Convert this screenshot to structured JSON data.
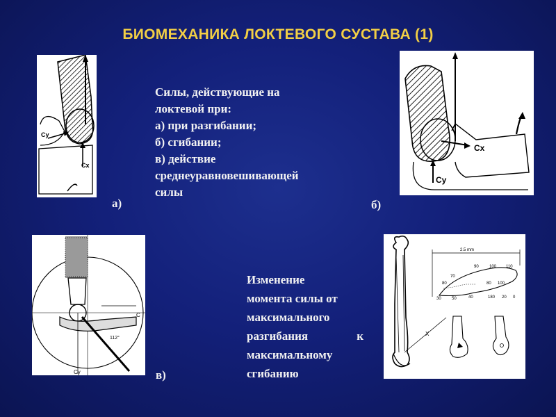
{
  "title": "БИОМЕХАНИКА ЛОКТЕВОГО СУСТАВА (1)",
  "intro_lines": [
    "Силы, действующие на",
    "локтевой при:",
    "а) при разгибании;",
    "б) сгибании;",
    "в) действие",
    "среднеуравновешивающей",
    "силы"
  ],
  "figure_labels": {
    "a": "а)",
    "b": "б)",
    "c": "в)"
  },
  "change_text": {
    "line1": "Изменение",
    "line2": "момента силы от",
    "line3": "максимального",
    "line4a": "разгибания",
    "line4b": "к",
    "line5": "максимальному",
    "line6": "сгибанию"
  },
  "diagram_a_labels": {
    "cy": "Cy",
    "cx": "Cx"
  },
  "diagram_b_labels": {
    "cx": "Cx",
    "cy": "Cy"
  },
  "diagram_c_labels": {
    "cy": "Cy",
    "cx": "C",
    "angle": "112°"
  },
  "diagram_d_labels": {
    "dimension": "2.5 mm",
    "angles_top": [
      "90",
      "100",
      "110"
    ],
    "angles_mid": [
      "70",
      "80",
      "80",
      "100"
    ],
    "angles_bottom": [
      "30",
      "50",
      "40",
      "180",
      "20",
      "0"
    ],
    "x_label": "X"
  },
  "colors": {
    "title": "#f2cf45",
    "text": "#f2f2f2"
  }
}
